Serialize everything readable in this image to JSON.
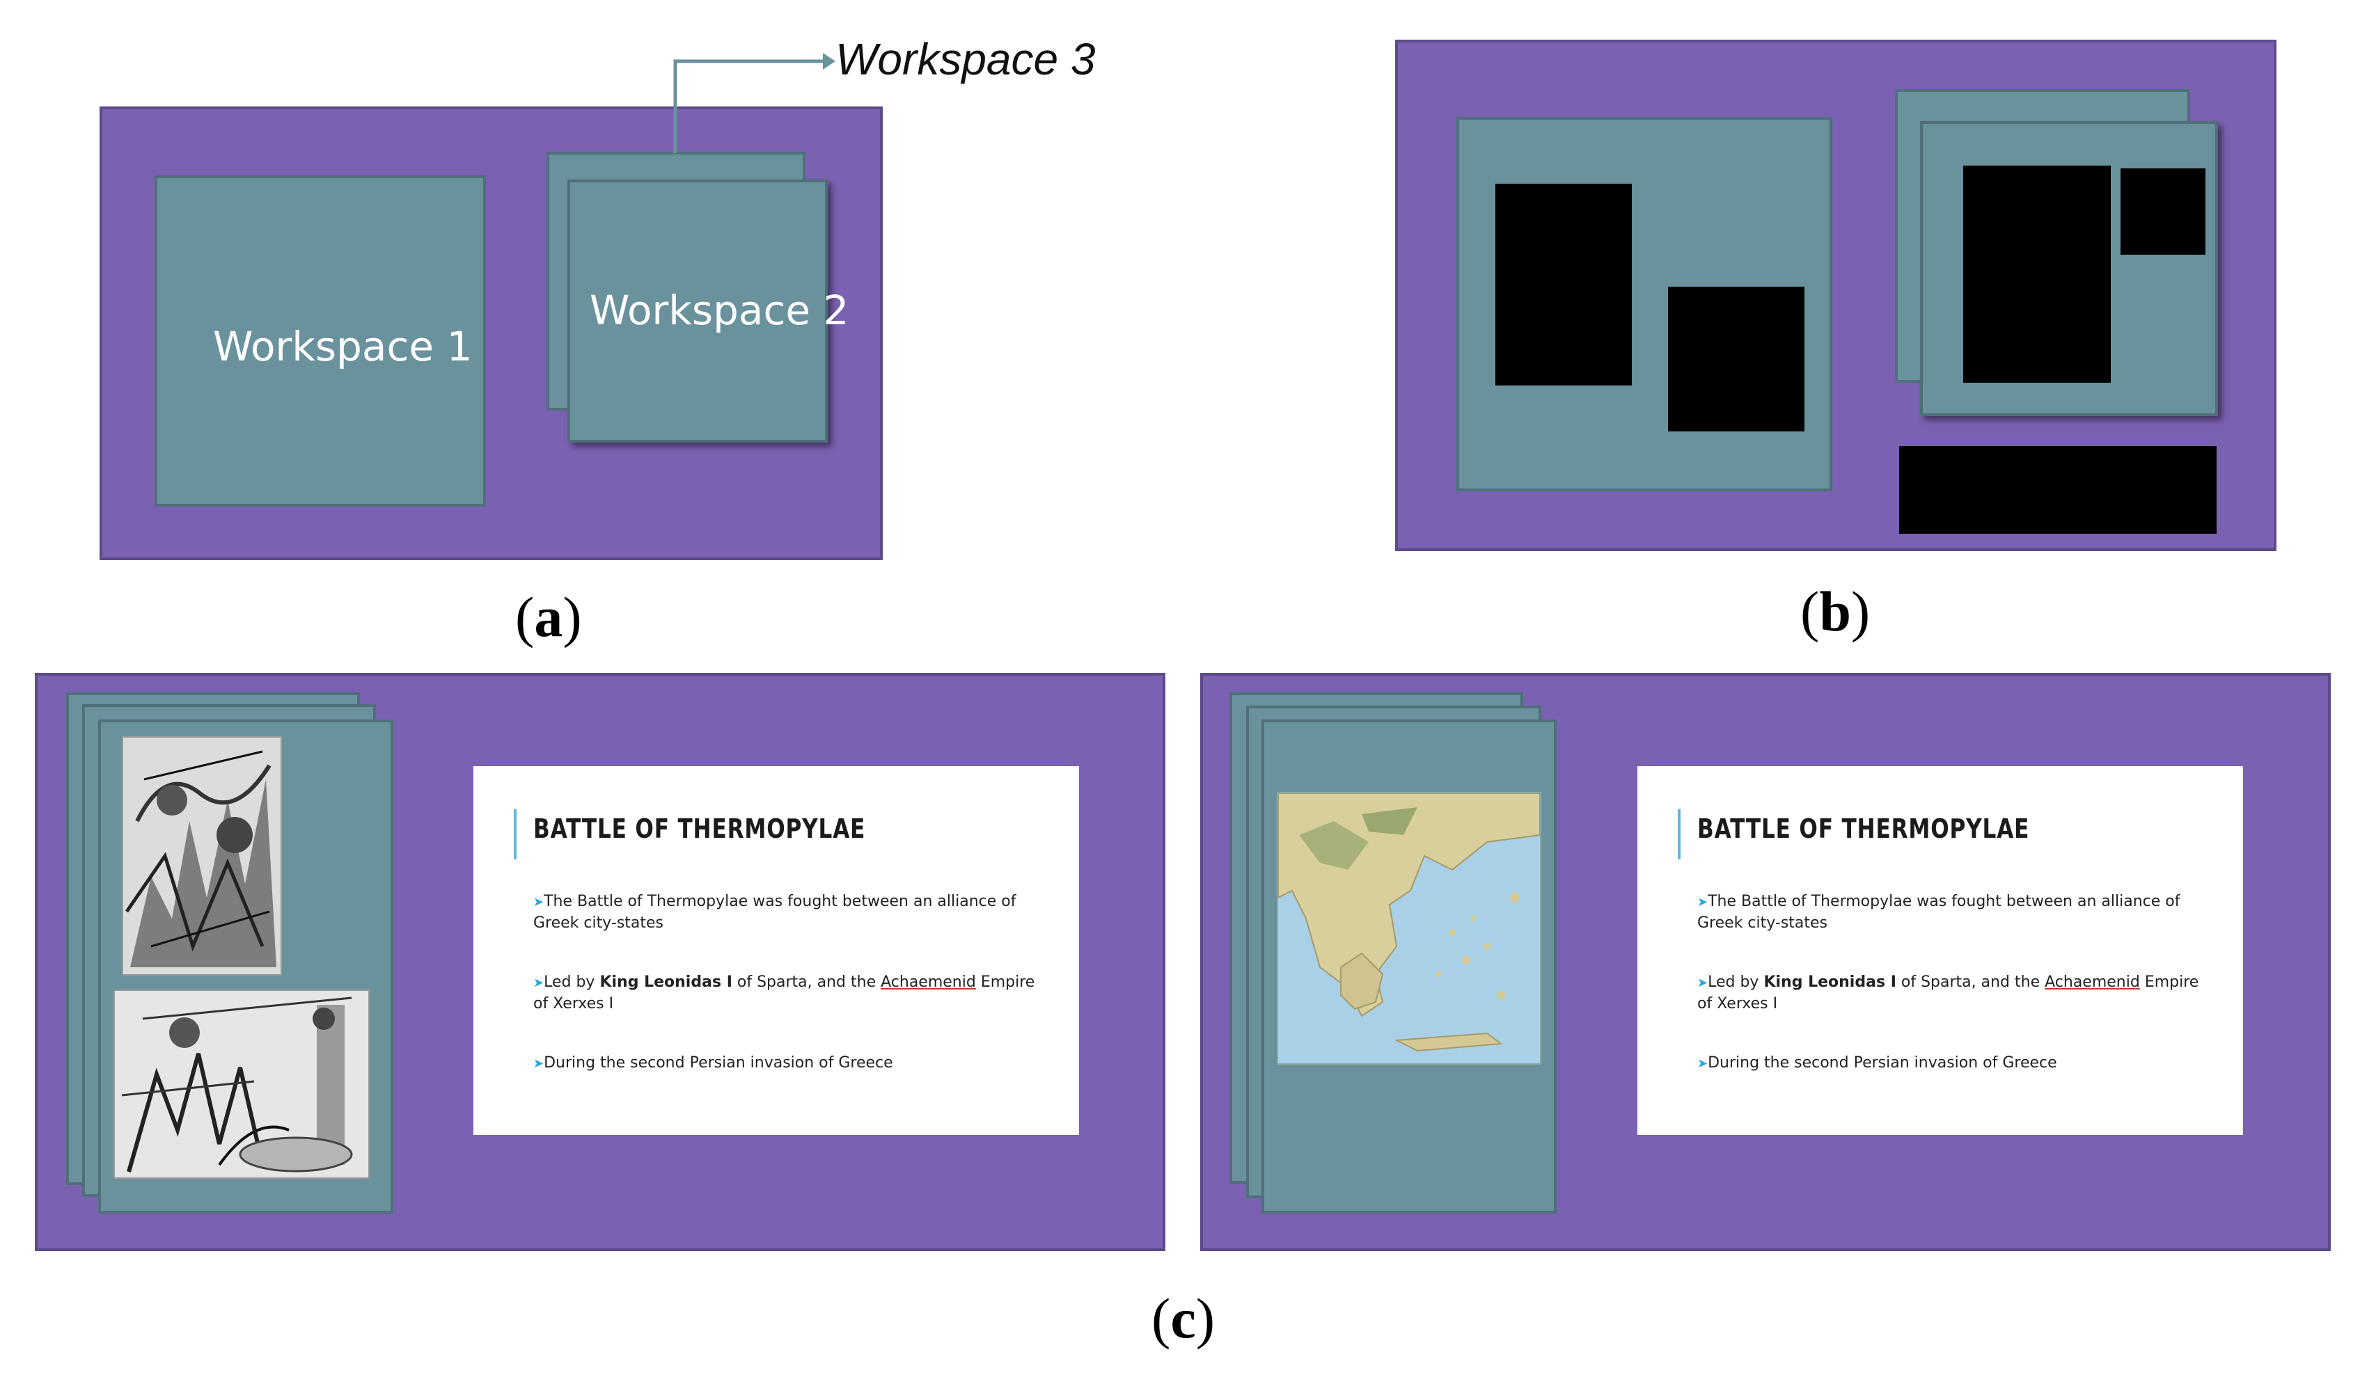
{
  "panel_a": {
    "caption_letter": "a",
    "workspace1_label": "Workspace 1",
    "workspace2_label": "Workspace 2",
    "workspace3_label": "Workspace 3"
  },
  "panel_b": {
    "caption_letter": "b"
  },
  "panel_c": {
    "caption_letter": "c",
    "slide": {
      "title": "BATTLE OF THERMOPYLAE",
      "bullet1_line1": "The Battle of Thermopylae was fought between an alliance of",
      "bullet1_line2": "Greek city-states",
      "bullet2_prefix": "Led by ",
      "bullet2_bold": "King Leonidas I",
      "bullet2_mid": " of Sparta, and the ",
      "bullet2_link": "Achaemenid",
      "bullet2_suffix": " Empire",
      "bullet2_line2": "of Xerxes I",
      "bullet3": "During the second Persian invasion of Greece"
    }
  },
  "colors": {
    "background": "#7b61b2",
    "workspace": "#6a929d",
    "arrow": "#6a929d"
  }
}
